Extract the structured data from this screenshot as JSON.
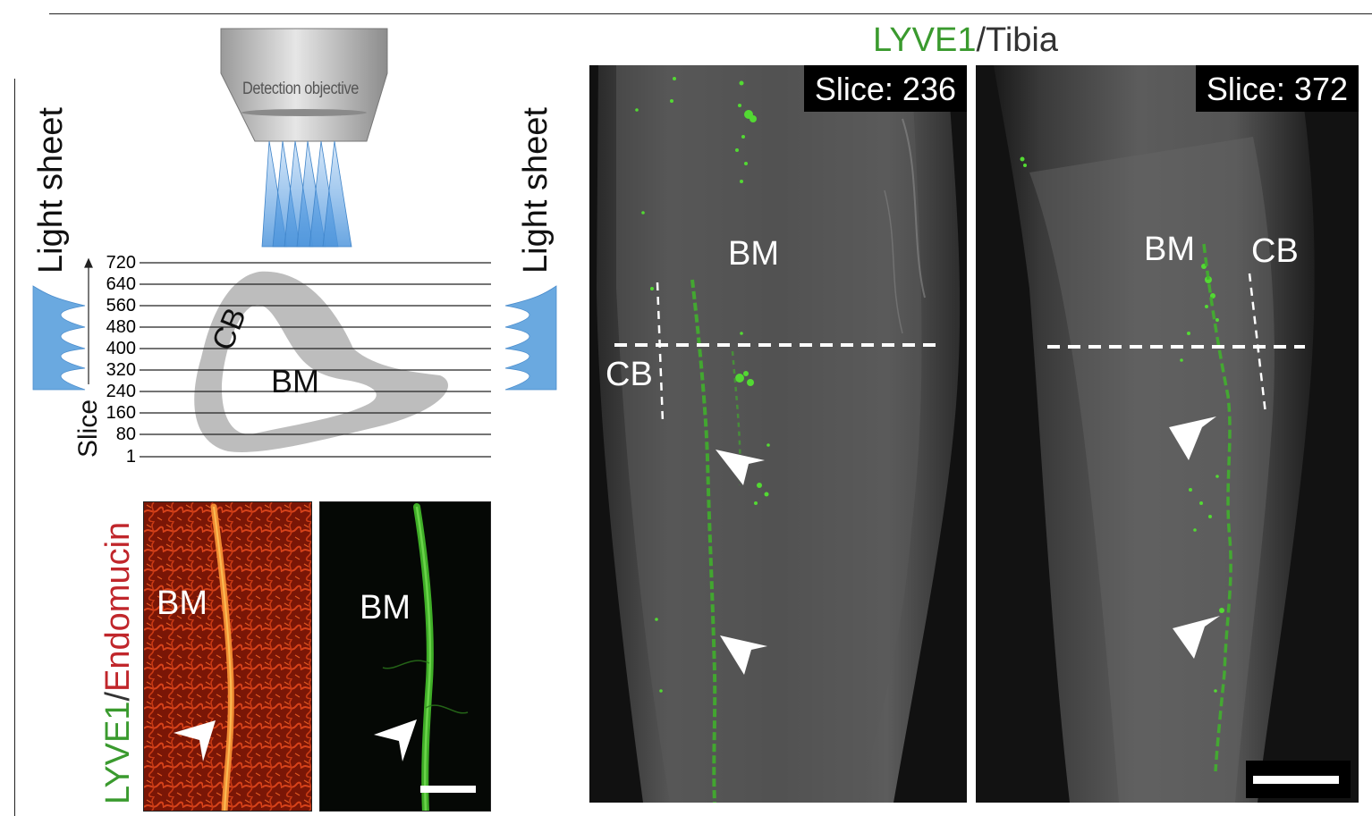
{
  "title": {
    "marker": "LYVE1",
    "separator": "/",
    "tissue": "Tibia",
    "marker_color": "#3a9a2e",
    "tissue_color": "#333333"
  },
  "schematic": {
    "objective_label": "Detection objective",
    "light_sheet_left": "Light sheet",
    "light_sheet_right": "Light sheet",
    "slice_axis_label": "Slice",
    "slice_ticks": [
      "720",
      "640",
      "560",
      "480",
      "400",
      "320",
      "240",
      "160",
      "80",
      "1"
    ],
    "bone_label_cb": "CB",
    "bone_label_bm": "BM",
    "sheet_color": "#6aa9e0",
    "bone_color": "#bdbdbd"
  },
  "stain_label": {
    "marker": "LYVE1",
    "separator": "/",
    "counterstain": "Endomucin",
    "marker_color": "#3a9a2e",
    "counterstain_color": "#c0262b"
  },
  "insets": [
    {
      "label": "BM",
      "background": "#8a1a08",
      "vessel_color": "#e87a2a"
    },
    {
      "label": "BM",
      "background": "#050805",
      "vessel_color": "#4cc42c"
    }
  ],
  "panels": [
    {
      "slice_label": "Slice: 236",
      "labels": [
        "BM",
        "CB"
      ]
    },
    {
      "slice_label": "Slice: 372",
      "labels": [
        "BM",
        "CB"
      ]
    }
  ],
  "colors": {
    "signal_green": "#53d933",
    "tissue_gray": "#5a5a5a"
  }
}
